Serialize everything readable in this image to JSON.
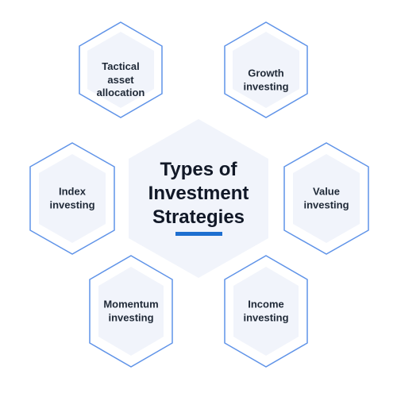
{
  "center": {
    "title_lines": [
      "Types of",
      "Investment",
      "Strategies"
    ]
  },
  "strategies": [
    {
      "lines": [
        "Tactical",
        "asset",
        "allocation"
      ]
    },
    {
      "lines": [
        "Growth",
        "investing"
      ]
    },
    {
      "lines": [
        "Index",
        "investing"
      ]
    },
    {
      "lines": [
        "Value",
        "investing"
      ]
    },
    {
      "lines": [
        "Momentum",
        "investing"
      ]
    },
    {
      "lines": [
        "Income",
        "investing"
      ]
    }
  ],
  "colors": {
    "outer_hex_stroke": "#5f93e8",
    "outer_hex_fill": "#ffffff",
    "inner_hex_fill": "#f1f4fb",
    "center_hex_fill": "#f1f4fb",
    "accent": "#1e6fd0",
    "text": "#1f2937"
  }
}
